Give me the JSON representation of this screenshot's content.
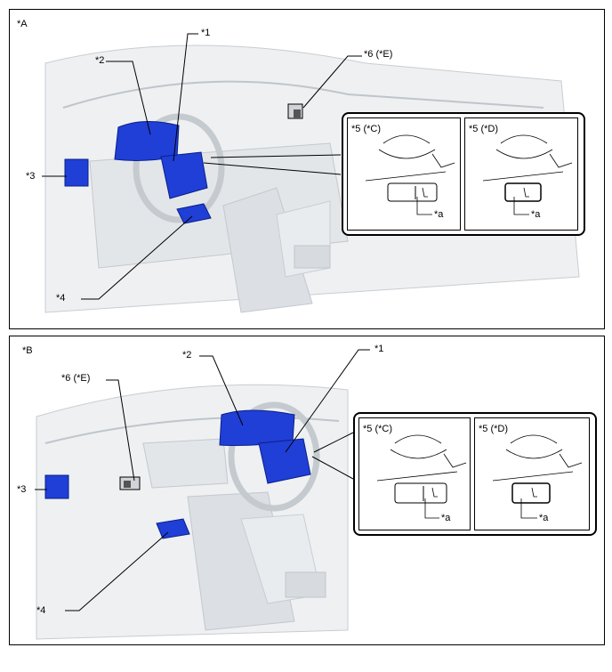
{
  "colors": {
    "part_blue": "#1f3fd6",
    "part_blue_dark": "#0a1f8a",
    "interior_grey": "#e6e9ec",
    "line": "#000000"
  },
  "panel_a": {
    "label": "*A",
    "callouts": {
      "c1": "*1",
      "c2": "*2",
      "c3": "*3",
      "c4": "*4",
      "c6": "*6 (*E)"
    },
    "inset": {
      "left_label": "*5 (*C)",
      "right_label": "*5 (*D)",
      "left_a": "*a",
      "right_a": "*a"
    }
  },
  "panel_b": {
    "label": "*B",
    "callouts": {
      "c1": "*1",
      "c2": "*2",
      "c3": "*3",
      "c4": "*4",
      "c6": "*6 (*E)"
    },
    "inset": {
      "left_label": "*5 (*C)",
      "right_label": "*5 (*D)",
      "left_a": "*a",
      "right_a": "*a"
    }
  }
}
